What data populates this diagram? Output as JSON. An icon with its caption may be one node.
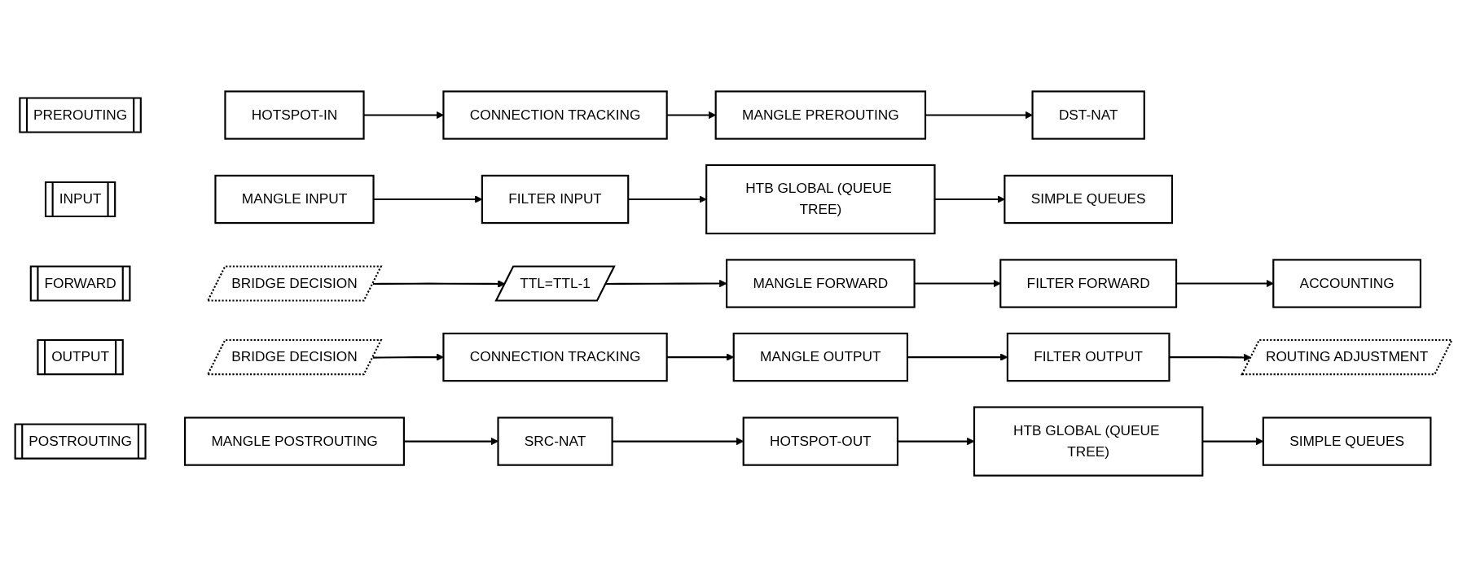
{
  "diagram": {
    "nodes": [
      {
        "text": [
          "PREROUTING"
        ]
      },
      {
        "text": [
          "HOTSPOT-IN"
        ]
      },
      {
        "text": [
          "CONNECTION TRACKING"
        ]
      },
      {
        "text": [
          "MANGLE PREROUTING"
        ]
      },
      {
        "text": [
          "DST-NAT"
        ]
      },
      {
        "text": [
          "INPUT"
        ]
      },
      {
        "text": [
          "MANGLE INPUT"
        ]
      },
      {
        "text": [
          "FILTER INPUT"
        ]
      },
      {
        "text": [
          "HTB GLOBAL (QUEUE TREE)"
        ]
      },
      {
        "text": [
          "SIMPLE QUEUES"
        ]
      },
      {
        "text": [
          "FORWARD"
        ]
      },
      {
        "text": [
          "BRIDGE DECISION"
        ]
      },
      {
        "text": [
          "TTL=TTL-1"
        ]
      },
      {
        "text": [
          "MANGLE FORWARD"
        ]
      },
      {
        "text": [
          "FILTER FORWARD"
        ]
      },
      {
        "text": [
          "ACCOUNTING"
        ]
      },
      {
        "text": [
          "OUTPUT"
        ]
      },
      {
        "text": [
          "BRIDGE DECISION"
        ]
      },
      {
        "text": [
          "CONNECTION TRACKING"
        ]
      },
      {
        "text": [
          "MANGLE OUTPUT"
        ]
      },
      {
        "text": [
          "FILTER OUTPUT"
        ]
      },
      {
        "text": [
          "ROUTING ADJUSTMENT"
        ]
      },
      {
        "text": [
          "POSTROUTING"
        ]
      },
      {
        "text": [
          "MANGLE POSTROUTING"
        ]
      },
      {
        "text": [
          "SRC-NAT"
        ]
      },
      {
        "text": [
          "HOTSPOT-OUT"
        ]
      },
      {
        "text": [
          "HTB GLOBAL (QUEUE TREE)"
        ]
      },
      {
        "text": [
          "SIMPLE QUEUES"
        ]
      }
    ],
    "edges": [
      {
        "from": 1,
        "to": 2,
        "arrow": "to"
      },
      {
        "from": 2,
        "to": 3,
        "arrow": "to"
      },
      {
        "from": 3,
        "to": 4,
        "arrow": "to"
      },
      {
        "from": 6,
        "to": 7,
        "arrow": "to"
      },
      {
        "from": 7,
        "to": 8,
        "arrow": "to"
      },
      {
        "from": 8,
        "to": 9,
        "arrow": "to"
      },
      {
        "from": 11,
        "to": 12,
        "arrow": "to"
      },
      {
        "from": 12,
        "to": 13,
        "arrow": "to"
      },
      {
        "from": 13,
        "to": 14,
        "arrow": "to"
      },
      {
        "from": 14,
        "to": 15,
        "arrow": "to"
      },
      {
        "from": 17,
        "to": 18,
        "arrow": "to"
      },
      {
        "from": 18,
        "to": 19,
        "arrow": "to"
      },
      {
        "from": 19,
        "to": 20,
        "arrow": "to"
      },
      {
        "from": 20,
        "to": 21,
        "arrow": "to"
      },
      {
        "from": 23,
        "to": 24,
        "arrow": "to"
      },
      {
        "from": 24,
        "to": 25,
        "arrow": "to"
      },
      {
        "from": 25,
        "to": 26,
        "arrow": "to"
      },
      {
        "from": 26,
        "to": 27,
        "arrow": "to"
      }
    ]
  }
}
